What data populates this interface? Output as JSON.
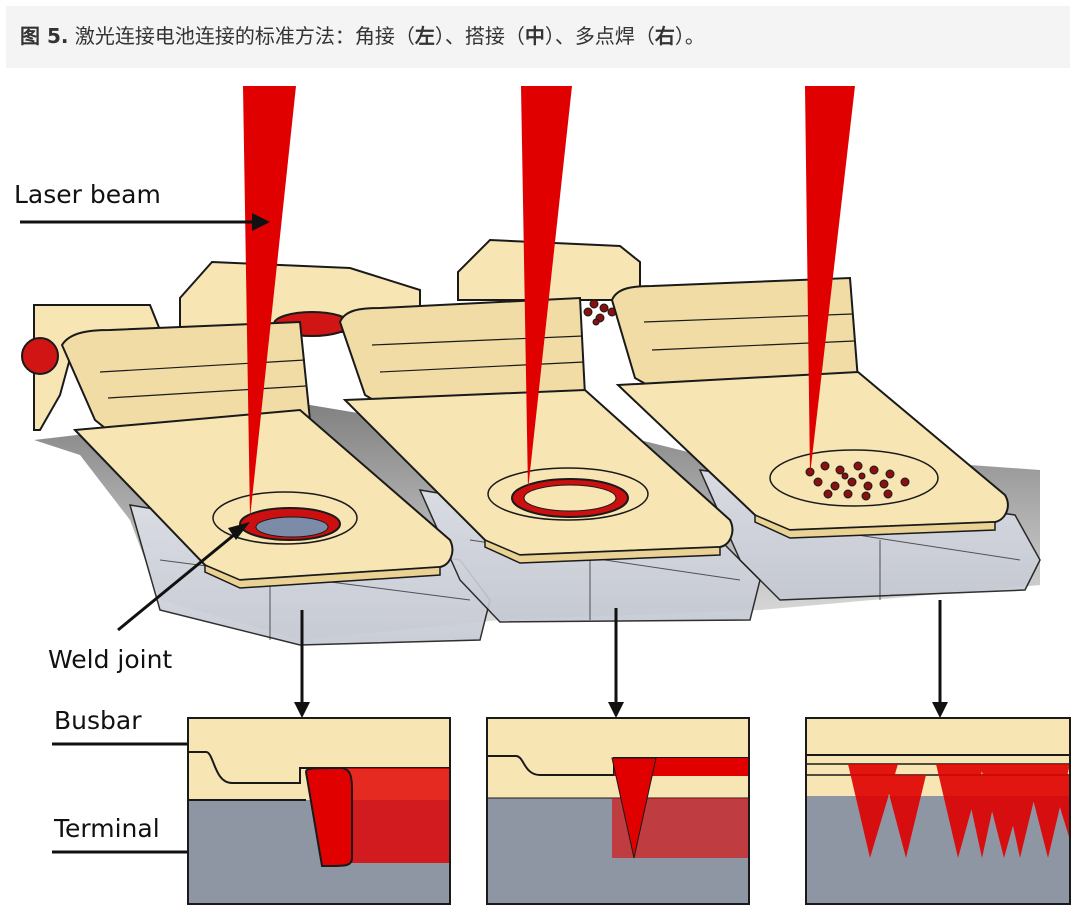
{
  "caption": {
    "fig": "图 5.",
    "t1": " 激光连接电池连接的标准方法：角接（",
    "b1": "左",
    "t2": "）、搭接（",
    "b2": "中",
    "t3": "）、多点焊（",
    "b3": "右",
    "t4": "）。"
  },
  "labels": {
    "laser_beam": "Laser beam",
    "weld_joint": "Weld joint",
    "busbar": "Busbar",
    "terminal": "Terminal"
  },
  "colors": {
    "busbar": "#f7e6b4",
    "terminal": "#8e96a4",
    "laser": "#e00000",
    "weld": "#b50000",
    "outline": "#1a1a1a"
  }
}
